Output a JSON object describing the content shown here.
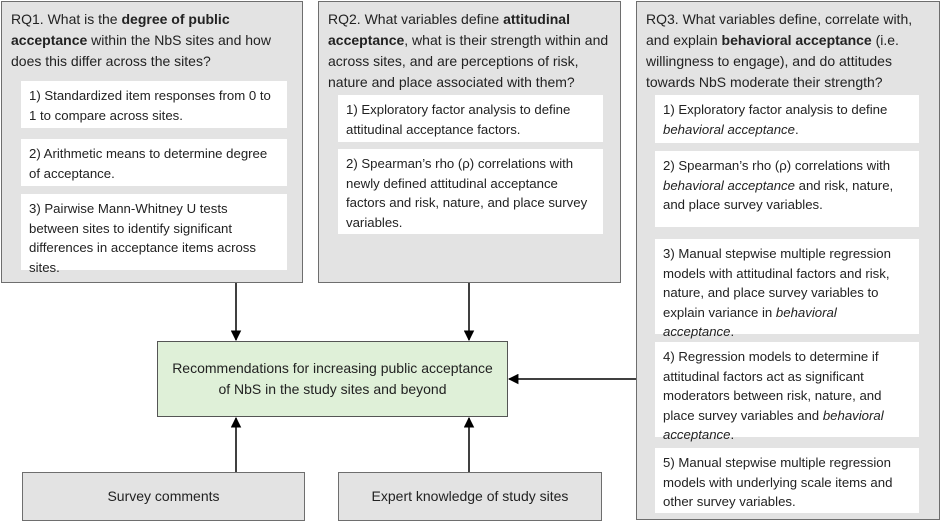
{
  "rq1": {
    "question_prefix": "RQ1. What is the ",
    "question_bold": "degree of public acceptance",
    "question_suffix": " within the NbS sites and how does this differ across the sites?",
    "steps": [
      {
        "text": "1) Standardized item responses from 0 to 1 to compare across sites."
      },
      {
        "text": "2) Arithmetic means to determine degree of acceptance."
      },
      {
        "text": "3) Pairwise Mann-Whitney U tests between sites to identify significant differences in acceptance items across sites."
      }
    ]
  },
  "rq2": {
    "question_prefix": "RQ2. What variables define ",
    "question_bold": "attitudinal acceptance",
    "question_suffix": ", what is their strength within and across sites, and are perceptions of risk, nature and place associated with them?",
    "steps": [
      {
        "text": "1) Exploratory factor analysis to define attitudinal acceptance factors."
      },
      {
        "text": "2) Spearman’s rho (ρ) correlations with newly defined attitudinal acceptance factors and risk, nature, and place survey variables."
      }
    ]
  },
  "rq3": {
    "question_prefix": "RQ3. What variables define, correlate with, and explain ",
    "question_bold": "behavioral acceptance",
    "question_suffix": " (i.e. willingness to engage), and do attitudes towards NbS moderate their strength?",
    "steps": [
      {
        "pre": "1) Exploratory factor analysis to define ",
        "em": "behavioral acceptance",
        "post": "."
      },
      {
        "pre": "2) Spearman’s rho (ρ) correlations with ",
        "em": "behavioral acceptance",
        "post": " and risk, nature, and place survey variables."
      },
      {
        "pre": "3) Manual stepwise multiple regression models with attitudinal factors and risk, nature, and place survey variables to explain variance in ",
        "em": "behavioral acceptance",
        "post": "."
      },
      {
        "pre": "4) Regression models to determine if attitudinal factors act as significant moderators between risk, nature, and place survey variables and ",
        "em": "behavioral acceptance",
        "post": "."
      },
      {
        "pre": "5) Manual stepwise multiple regression models with underlying scale items and other survey variables.",
        "em": "",
        "post": ""
      }
    ]
  },
  "recommendations": "Recommendations for increasing public acceptance of NbS in the study sites and beyond",
  "survey_comments": "Survey comments",
  "expert_knowledge": "Expert knowledge of study sites"
}
